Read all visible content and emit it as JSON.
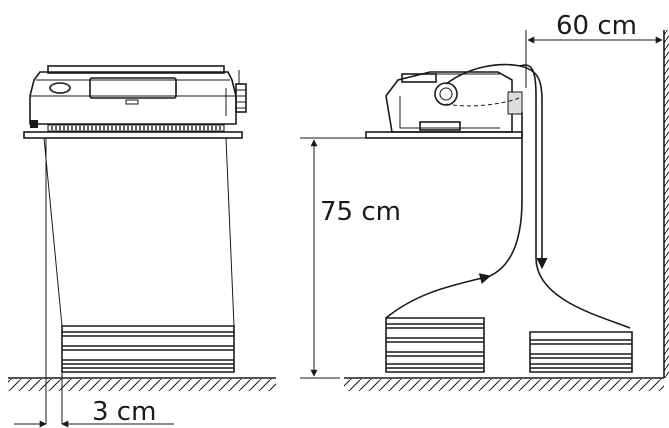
{
  "labels": {
    "clearance_side": "60 cm",
    "stand_height": "75 cm",
    "paper_offset": "3 cm"
  }
}
